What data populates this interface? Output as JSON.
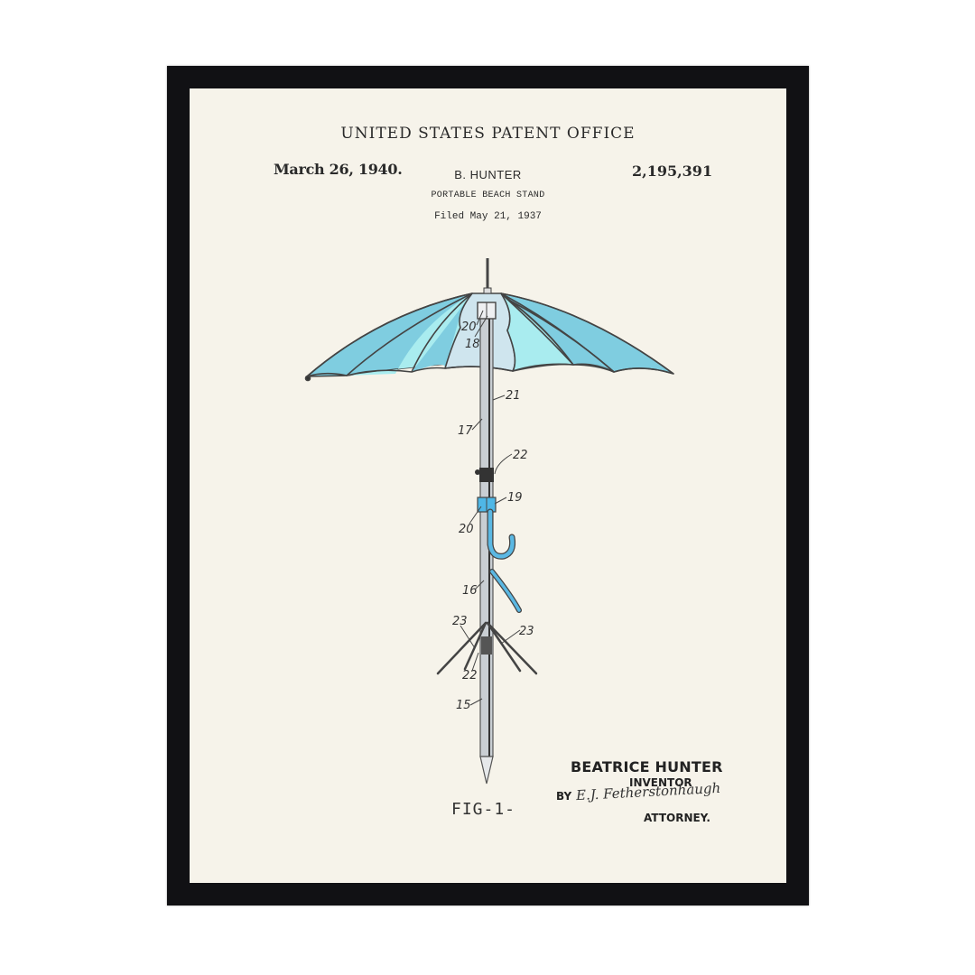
{
  "header": {
    "office": "UNITED STATES PATENT OFFICE",
    "date": "March 26, 1940.",
    "patent_number": "2,195,391",
    "inventor_short": "B. HUNTER",
    "subject": "PORTABLE BEACH STAND",
    "filed": "Filed May 21, 1937"
  },
  "figure": {
    "label": "FIG-1-",
    "references": {
      "r20a": "20",
      "r18": "18",
      "r21": "21",
      "r17": "17",
      "r22a": "22",
      "r19": "19",
      "r20b": "20",
      "r16": "16",
      "r23a": "23",
      "r23b": "23",
      "r22b": "22",
      "r15": "15"
    },
    "colors": {
      "canopy_dark": "#7fcde0",
      "canopy_light": "#a9ecef",
      "canopy_inner": "#cfe5ee",
      "pole": "#c9ced3",
      "clamp": "#4fb7e6"
    }
  },
  "signature": {
    "inventor_name": "BEATRICE HUNTER",
    "inventor_role": "INVENTOR",
    "by": "BY",
    "attorney_name": "E.J. Fetherstonhaugh",
    "attorney_role": "ATTORNEY."
  }
}
